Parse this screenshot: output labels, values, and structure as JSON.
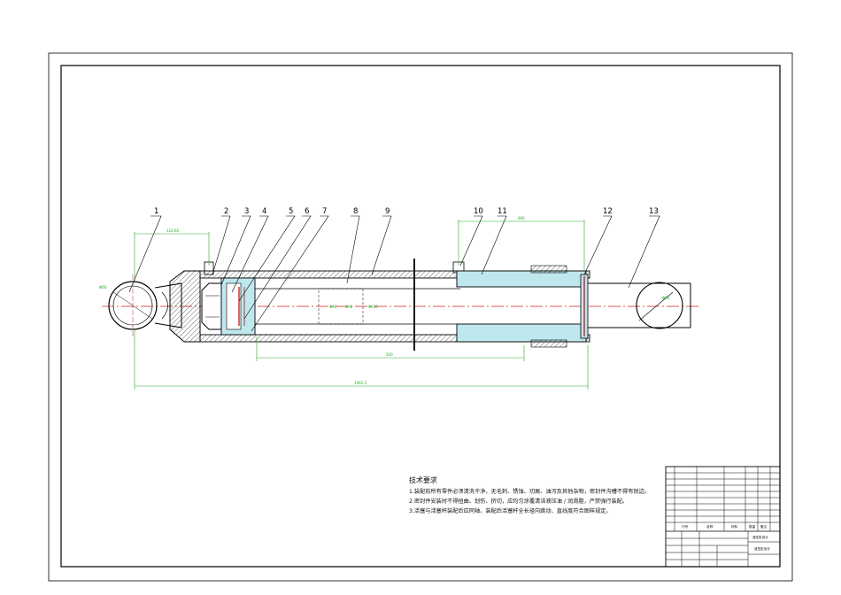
{
  "part_labels": [
    "1",
    "2",
    "3",
    "4",
    "5",
    "6",
    "7",
    "8",
    "9",
    "10",
    "11",
    "12",
    "13"
  ],
  "dimensions": {
    "eye_left_offset": "124.66",
    "piston_travel": "600",
    "rod_stroke": "500",
    "overall_length": "1462.5",
    "eye_dia_left": "Φ60",
    "eye_dia_right": "Φ50",
    "bore_small": "Φ40",
    "bore_mid": "Φ60",
    "bore_large": "Φ100"
  },
  "requirements": {
    "title": "技术要求",
    "lines": [
      "1.装配前所有零件必须清洗干净，无毛刺、锈蚀、切屑、油污及其他杂物，密封件沟槽不得有锐边。",
      "2.密封件安装时不得扭曲、划伤、挤切，应均匀涂覆清洁液压油 / 润滑脂，严禁强行装配。",
      "3.活塞与活塞杆装配后应同轴，装配后活塞杆全长径向跳动、直线度符合图样规定。"
    ]
  },
  "title_block": {
    "name": "液压缸设计",
    "project": "液压缸设计",
    "col_code": "代号",
    "col_name": "名称",
    "col_material": "材料",
    "col_qty": "数量",
    "col_remark": "备注"
  },
  "colors": {
    "line": "#000000",
    "dimension": "#22aa22",
    "centerline": "#cc2222",
    "section_fill": "#bfe8ee",
    "seal": "#cc0000"
  }
}
